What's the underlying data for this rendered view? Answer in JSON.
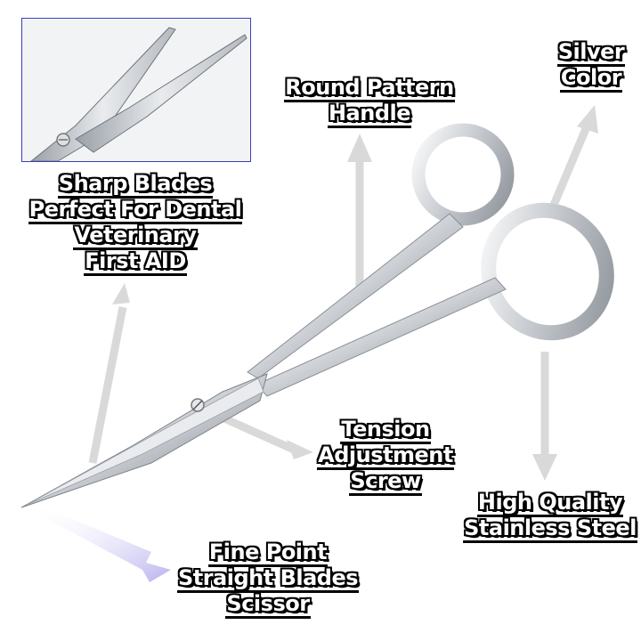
{
  "callouts": {
    "sharp_blades": [
      "Sharp Blades",
      "Perfect For Dental",
      "Veterinary",
      "First AID"
    ],
    "round_handle": [
      "Round Pattern",
      "Handle"
    ],
    "silver_color": [
      "Silver",
      "Color"
    ],
    "tension_screw": [
      "Tension",
      "Adjustment",
      "Screw"
    ],
    "high_quality": [
      "High Quality",
      "Stainless Steel"
    ],
    "fine_point": [
      "Fine Point",
      "Straight Blades",
      "Scissor"
    ]
  },
  "colors": {
    "arrow": "#d9d9d9",
    "arrow_accent": "#b8b2ee",
    "inset_border": "#3a3fb8",
    "steel_light": "#f4f5f7",
    "steel_mid": "#c9cdd3",
    "steel_dark": "#7d838b"
  }
}
